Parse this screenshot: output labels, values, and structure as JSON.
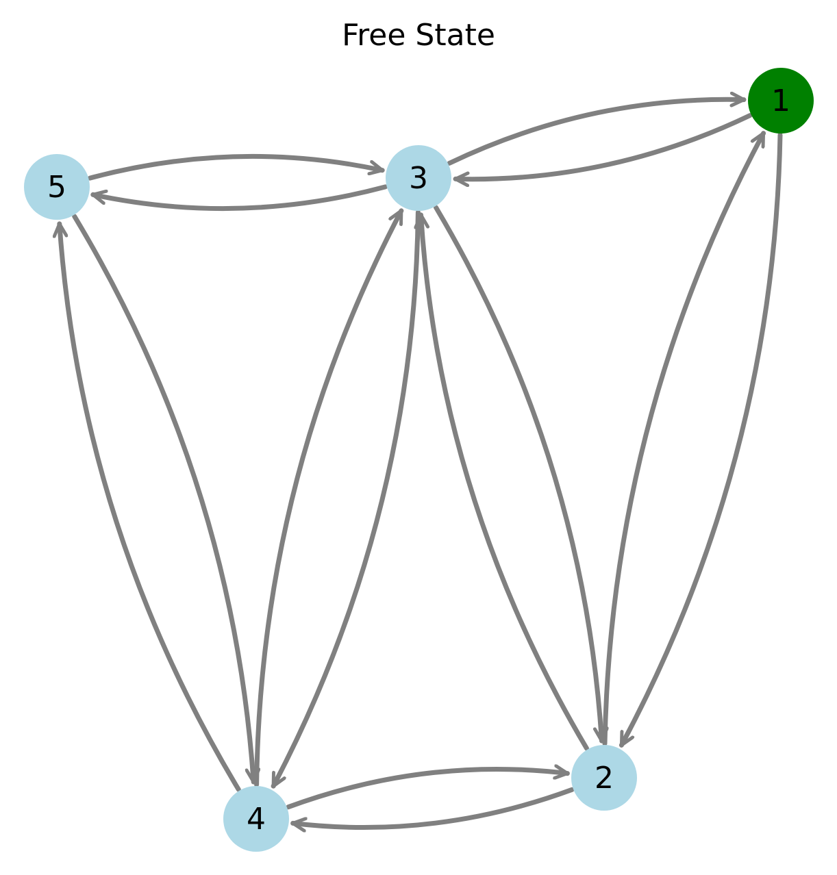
{
  "title": "Free State",
  "colors": {
    "edge": "#808080",
    "node_default": "#add8e6",
    "node_highlight": "#008000",
    "background": "#ffffff"
  },
  "nodes": [
    {
      "id": "1",
      "label": "1",
      "highlighted": true
    },
    {
      "id": "2",
      "label": "2",
      "highlighted": false
    },
    {
      "id": "3",
      "label": "3",
      "highlighted": false
    },
    {
      "id": "4",
      "label": "4",
      "highlighted": false
    },
    {
      "id": "5",
      "label": "5",
      "highlighted": false
    }
  ],
  "edges": [
    {
      "from": "1",
      "to": "3"
    },
    {
      "from": "3",
      "to": "1"
    },
    {
      "from": "3",
      "to": "5"
    },
    {
      "from": "5",
      "to": "3"
    },
    {
      "from": "5",
      "to": "4"
    },
    {
      "from": "4",
      "to": "5"
    },
    {
      "from": "3",
      "to": "4"
    },
    {
      "from": "4",
      "to": "3"
    },
    {
      "from": "3",
      "to": "2"
    },
    {
      "from": "2",
      "to": "3"
    },
    {
      "from": "1",
      "to": "2"
    },
    {
      "from": "2",
      "to": "1"
    },
    {
      "from": "4",
      "to": "2"
    },
    {
      "from": "2",
      "to": "4"
    }
  ]
}
